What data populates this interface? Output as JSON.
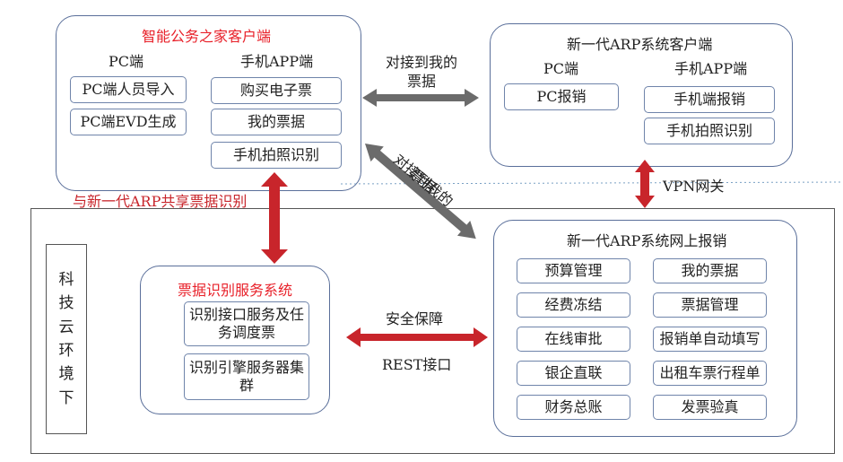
{
  "outer_label": "与新一代ARP共享票据识别",
  "vertical_label": [
    "科",
    "技",
    "云",
    "环",
    "境",
    "下"
  ],
  "top_left": {
    "title": "智能公务之家客户端",
    "pc_header": "PC端",
    "app_header": "手机APP端",
    "pc_items": [
      "PC端人员导入",
      "PC端EVD生成"
    ],
    "app_items": [
      "购买电子票",
      "我的票据",
      "手机拍照识别"
    ]
  },
  "top_right": {
    "title": "新一代ARP系统客户端",
    "pc_header": "PC端",
    "app_header": "手机APP端",
    "pc_items": [
      "PC报销"
    ],
    "app_items": [
      "手机端报销",
      "手机拍照识别"
    ]
  },
  "recog": {
    "title": "票据识别服务系统",
    "items": [
      "识别接口服务及任务调度票",
      "识别引擎服务器集群"
    ]
  },
  "online": {
    "title": "新一代ARP系统网上报销",
    "left_items": [
      "预算管理",
      "经费冻结",
      "在线审批",
      "银企直联",
      "财务总账"
    ],
    "right_items": [
      "我的票据",
      "票据管理",
      "报销单自动填写",
      "出租车票行程单",
      "发票验真"
    ]
  },
  "connectors": {
    "top_link": "对接到我的票据",
    "diag_link_1": "对接到我的",
    "diag_link_2": "票据",
    "vpn": "VPN网关",
    "security": "安全保障",
    "rest": "REST接口"
  },
  "colors": {
    "red": "#c8252b",
    "gray": "#6b6b6b",
    "title_red": "#e8212a"
  }
}
